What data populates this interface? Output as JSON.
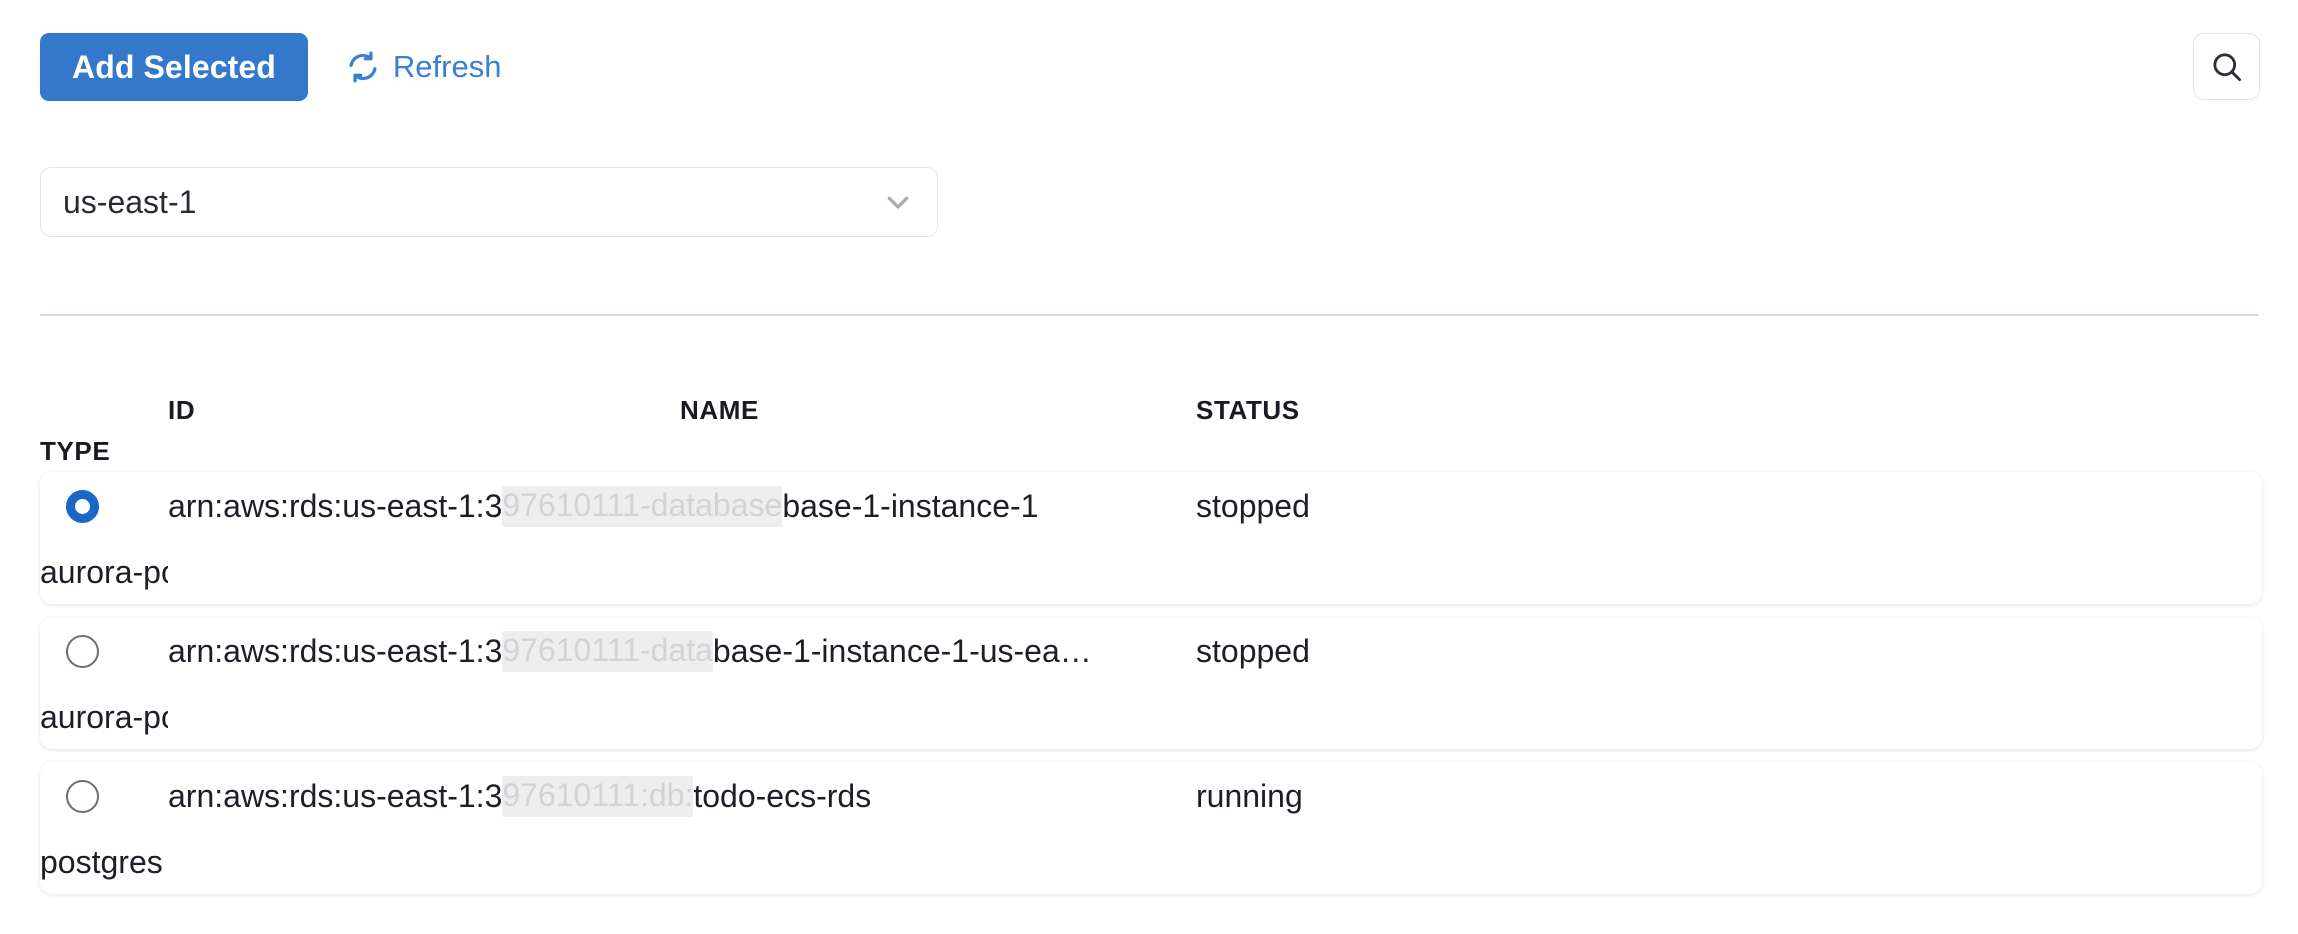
{
  "toolbar": {
    "add_selected_label": "Add Selected",
    "refresh_label": "Refresh",
    "refresh_icon": "refresh-icon",
    "search_icon": "search-icon",
    "primary_color": "#3478cc",
    "link_color": "#3a7fd5"
  },
  "region_select": {
    "value": "us-east-1",
    "chevron_icon": "chevron-down-icon"
  },
  "table": {
    "headers": {
      "select": "",
      "id": "ID",
      "name": "NAME",
      "status": "STATUS",
      "type": "TYPE"
    },
    "rows": [
      {
        "selected": true,
        "id_prefix": "arn:aws:rds:us-east-1:3",
        "id_redacted": "97610111-database",
        "id_suffix": "base-1-instance-1",
        "status": "stopped",
        "type": "aurora-postgresql"
      },
      {
        "selected": false,
        "id_prefix": "arn:aws:rds:us-east-1:3",
        "id_redacted": "97610111-data",
        "id_suffix": "base-1-instance-1-us-ea…",
        "status": "stopped",
        "type": "aurora-postgresql"
      },
      {
        "selected": false,
        "id_prefix": "arn:aws:rds:us-east-1:3",
        "id_redacted": "97610111:db:",
        "id_suffix": "todo-ecs-rds",
        "status": "running",
        "type": "postgres"
      }
    ]
  },
  "colors": {
    "radio_checked": "#1b66c9",
    "radio_unchecked_border": "#6b6b82",
    "divider": "#d6dae6",
    "redaction_mask": "#eeeeef"
  }
}
